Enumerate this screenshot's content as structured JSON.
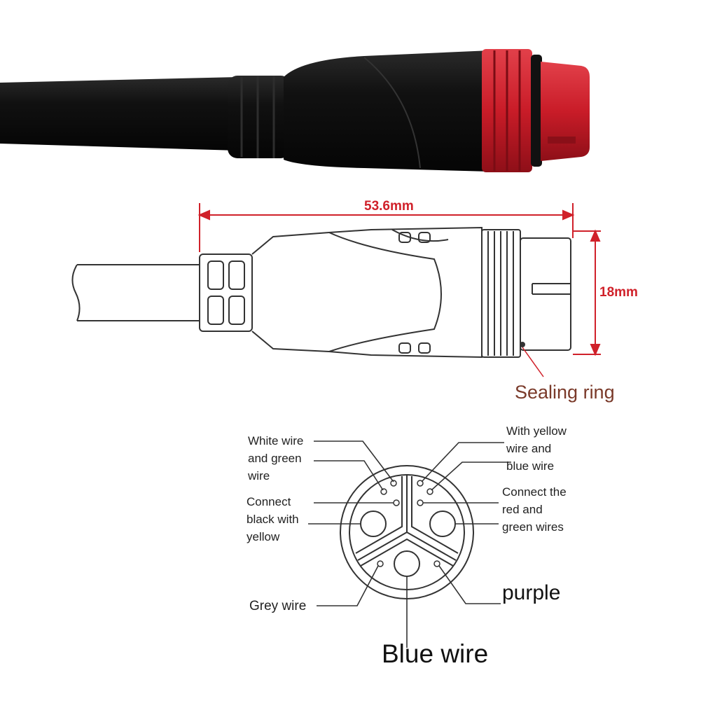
{
  "dimensions": {
    "length": "53.6mm",
    "diameter": "18mm",
    "sealing_ring": "Sealing ring"
  },
  "pinout": {
    "white_green": "White wire\nand green\nwire",
    "black_yellow": "Connect\nblack with\nyellow",
    "grey": "Grey wire",
    "yellow_blue": "With yellow\nwire and\nblue wire",
    "red_green": "Connect the\nred and\ngreen wires",
    "purple": "purple",
    "blue": "Blue wire"
  },
  "colors": {
    "dimension": "#d0212a",
    "connector_red": "#d2202e",
    "cable_black": "#0d0d0d"
  }
}
